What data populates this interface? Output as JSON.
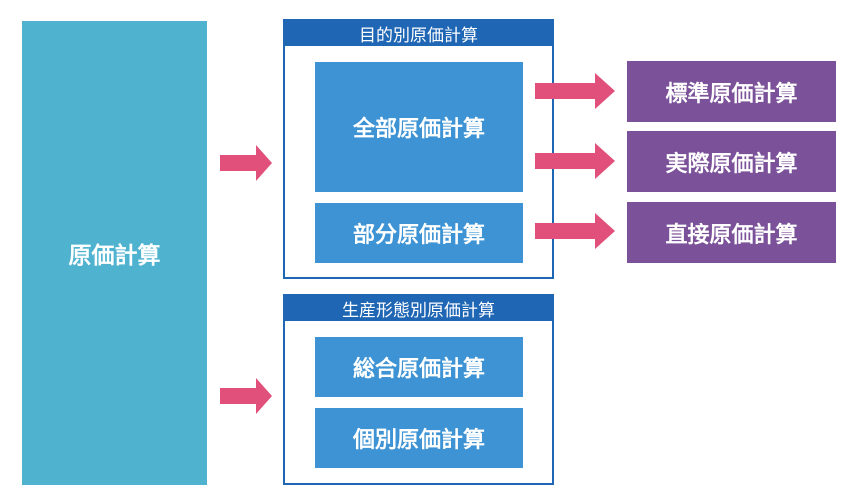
{
  "root": {
    "label": "原価計算"
  },
  "purpose_group": {
    "header": "目的別原価計算",
    "items": [
      "全部原価計算",
      "部分原価計算"
    ]
  },
  "production_group": {
    "header": "生産形態別原価計算",
    "items": [
      "総合原価計算",
      "個別原価計算"
    ]
  },
  "outputs": [
    "標準原価計算",
    "実際原価計算",
    "直接原価計算"
  ],
  "colors": {
    "root": "#4fb3cf",
    "group_border": "#1f66b4",
    "inner_box": "#3d93d4",
    "output_box": "#7b5299",
    "arrow": "#e0507a"
  }
}
